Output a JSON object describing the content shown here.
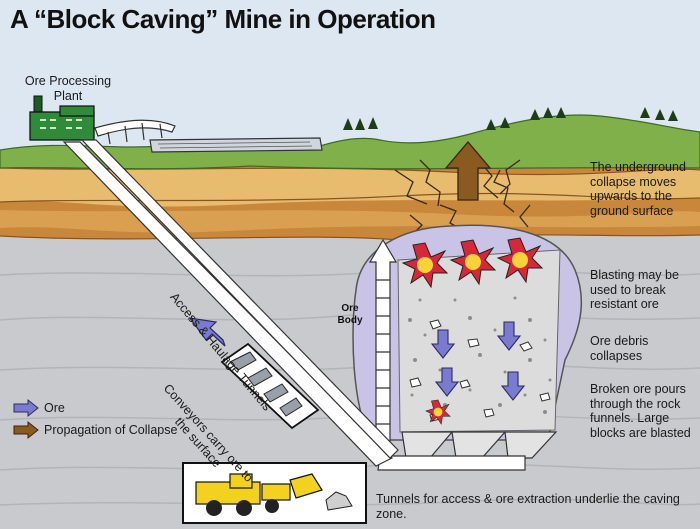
{
  "title": "A “Block Caving” Mine in Operation",
  "labels": {
    "processing_plant": "Ore Processing Plant",
    "underground_collapse": "The underground collapse moves upwards to the ground surface",
    "access_tunnels": "Access & Haulage Tunnels",
    "ore_body": "Ore Body",
    "blasting": "Blasting may be used to break resistant ore",
    "ore_debris": "Ore debris collapses",
    "broken_ore": "Broken ore pours through the rock funnels.  Large blocks are blasted",
    "conveyors": "Conveyors carry ore to the surface",
    "tunnels_extraction": "Tunnels for access & ore extraction underlie the caving zone."
  },
  "legend": [
    {
      "label": "Ore",
      "color": "#7a7ad0",
      "icon": "ore-arrow-icon"
    },
    {
      "label": "Propagation of Collapse",
      "color": "#8a5a20",
      "icon": "collapse-arrow-icon"
    }
  ],
  "colors": {
    "sky": "#dde7f1",
    "grass": "#7fb04a",
    "soil_dark": "#c8873a",
    "soil_light": "#e5b86a",
    "rock": "#c8c9cc",
    "ore_zone": "#c9c4e6",
    "ore_arrow": "#7a7ad0",
    "collapse_arrow": "#8a5a20",
    "plant": "#2f8a3a"
  }
}
